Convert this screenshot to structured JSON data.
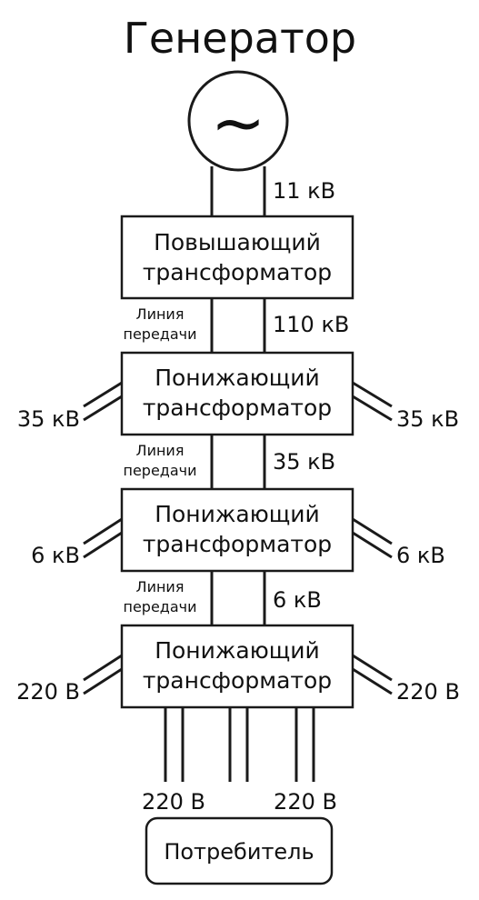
{
  "title": "Генератор",
  "generator": {
    "symbol": "~",
    "voltage": "11 кВ"
  },
  "step_up": {
    "line1": "Повышающий",
    "line2": "трансформатор"
  },
  "line_label": {
    "line1": "Линия",
    "line2": "передачи"
  },
  "stage1": {
    "voltage_center": "110 кВ",
    "box": {
      "line1": "Понижающий",
      "line2": "трансформатор"
    },
    "left_output": "35 кВ",
    "right_output": "35 кВ"
  },
  "stage2": {
    "voltage_center": "35 кВ",
    "box": {
      "line1": "Понижающий",
      "line2": "трансформатор"
    },
    "left_output": "6 кВ",
    "right_output": "6 кВ"
  },
  "stage3": {
    "voltage_center": "6 кВ",
    "box": {
      "line1": "Понижающий",
      "line2": "трансформатор"
    },
    "left_output": "220 В",
    "right_output": "220 В"
  },
  "consumer_feeds": {
    "left": "220 В",
    "right": "220 В"
  },
  "consumer": "Потребитель"
}
